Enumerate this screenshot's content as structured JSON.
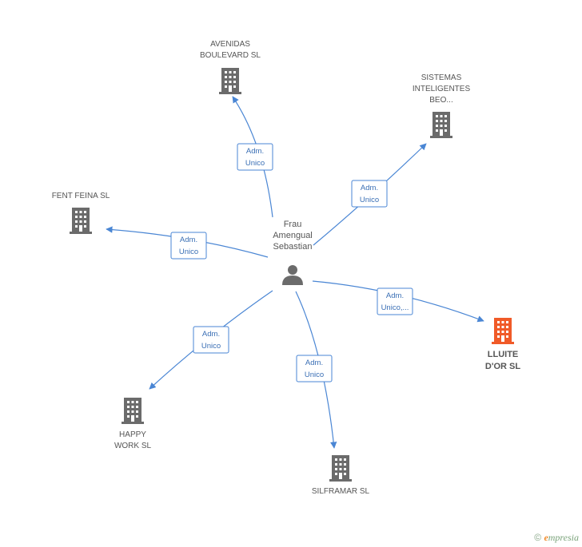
{
  "center": {
    "name_lines": [
      "Frau",
      "Amengual",
      "Sebastian"
    ],
    "icon": "person-icon"
  },
  "nodes": [
    {
      "id": "avenidas",
      "name_lines": [
        "AVENIDAS",
        "BOULEVARD SL"
      ],
      "icon": "building-icon",
      "highlight": false,
      "relation_lines": [
        "Adm.",
        "Unico"
      ]
    },
    {
      "id": "sistemas",
      "name_lines": [
        "SISTEMAS",
        "INTELIGENTES",
        "BEO..."
      ],
      "icon": "building-icon",
      "highlight": false,
      "relation_lines": [
        "Adm.",
        "Unico"
      ]
    },
    {
      "id": "fent",
      "name_lines": [
        "FENT FEINA SL"
      ],
      "icon": "building-icon",
      "highlight": false,
      "relation_lines": [
        "Adm.",
        "Unico"
      ]
    },
    {
      "id": "lluite",
      "name_lines": [
        "LLUITE",
        "D'OR SL"
      ],
      "icon": "building-icon",
      "highlight": true,
      "relation_lines": [
        "Adm.",
        "Unico,..."
      ]
    },
    {
      "id": "happy",
      "name_lines": [
        "HAPPY",
        "WORK SL"
      ],
      "icon": "building-icon",
      "highlight": false,
      "relation_lines": [
        "Adm.",
        "Unico"
      ]
    },
    {
      "id": "silframar",
      "name_lines": [
        "SILFRAMAR SL"
      ],
      "icon": "building-icon",
      "highlight": false,
      "relation_lines": [
        "Adm.",
        "Unico"
      ]
    }
  ],
  "colors": {
    "edge": "#4a86d4",
    "building": "#6b6b6b",
    "building_highlight": "#f05a28",
    "person": "#6b6b6b"
  },
  "footer": {
    "copyright": "©",
    "brand_initial": "e",
    "brand_rest": "mpresia"
  }
}
